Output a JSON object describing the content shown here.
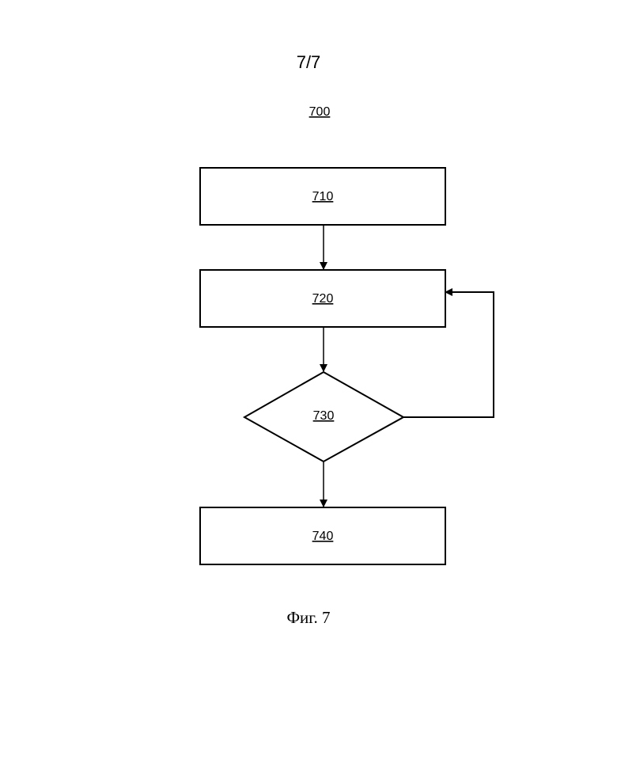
{
  "page": {
    "number": "7/7",
    "caption": "Фиг. 7"
  },
  "diagram": {
    "reference": "700",
    "nodes": {
      "step_710": {
        "label": "710",
        "shape": "rectangle"
      },
      "step_720": {
        "label": "720",
        "shape": "rectangle"
      },
      "decision_730": {
        "label": "730",
        "shape": "diamond"
      },
      "step_740": {
        "label": "740",
        "shape": "rectangle"
      }
    },
    "edges": [
      {
        "from": "710",
        "to": "720"
      },
      {
        "from": "720",
        "to": "730"
      },
      {
        "from": "730",
        "to": "740"
      },
      {
        "from": "730",
        "to": "720"
      }
    ]
  }
}
